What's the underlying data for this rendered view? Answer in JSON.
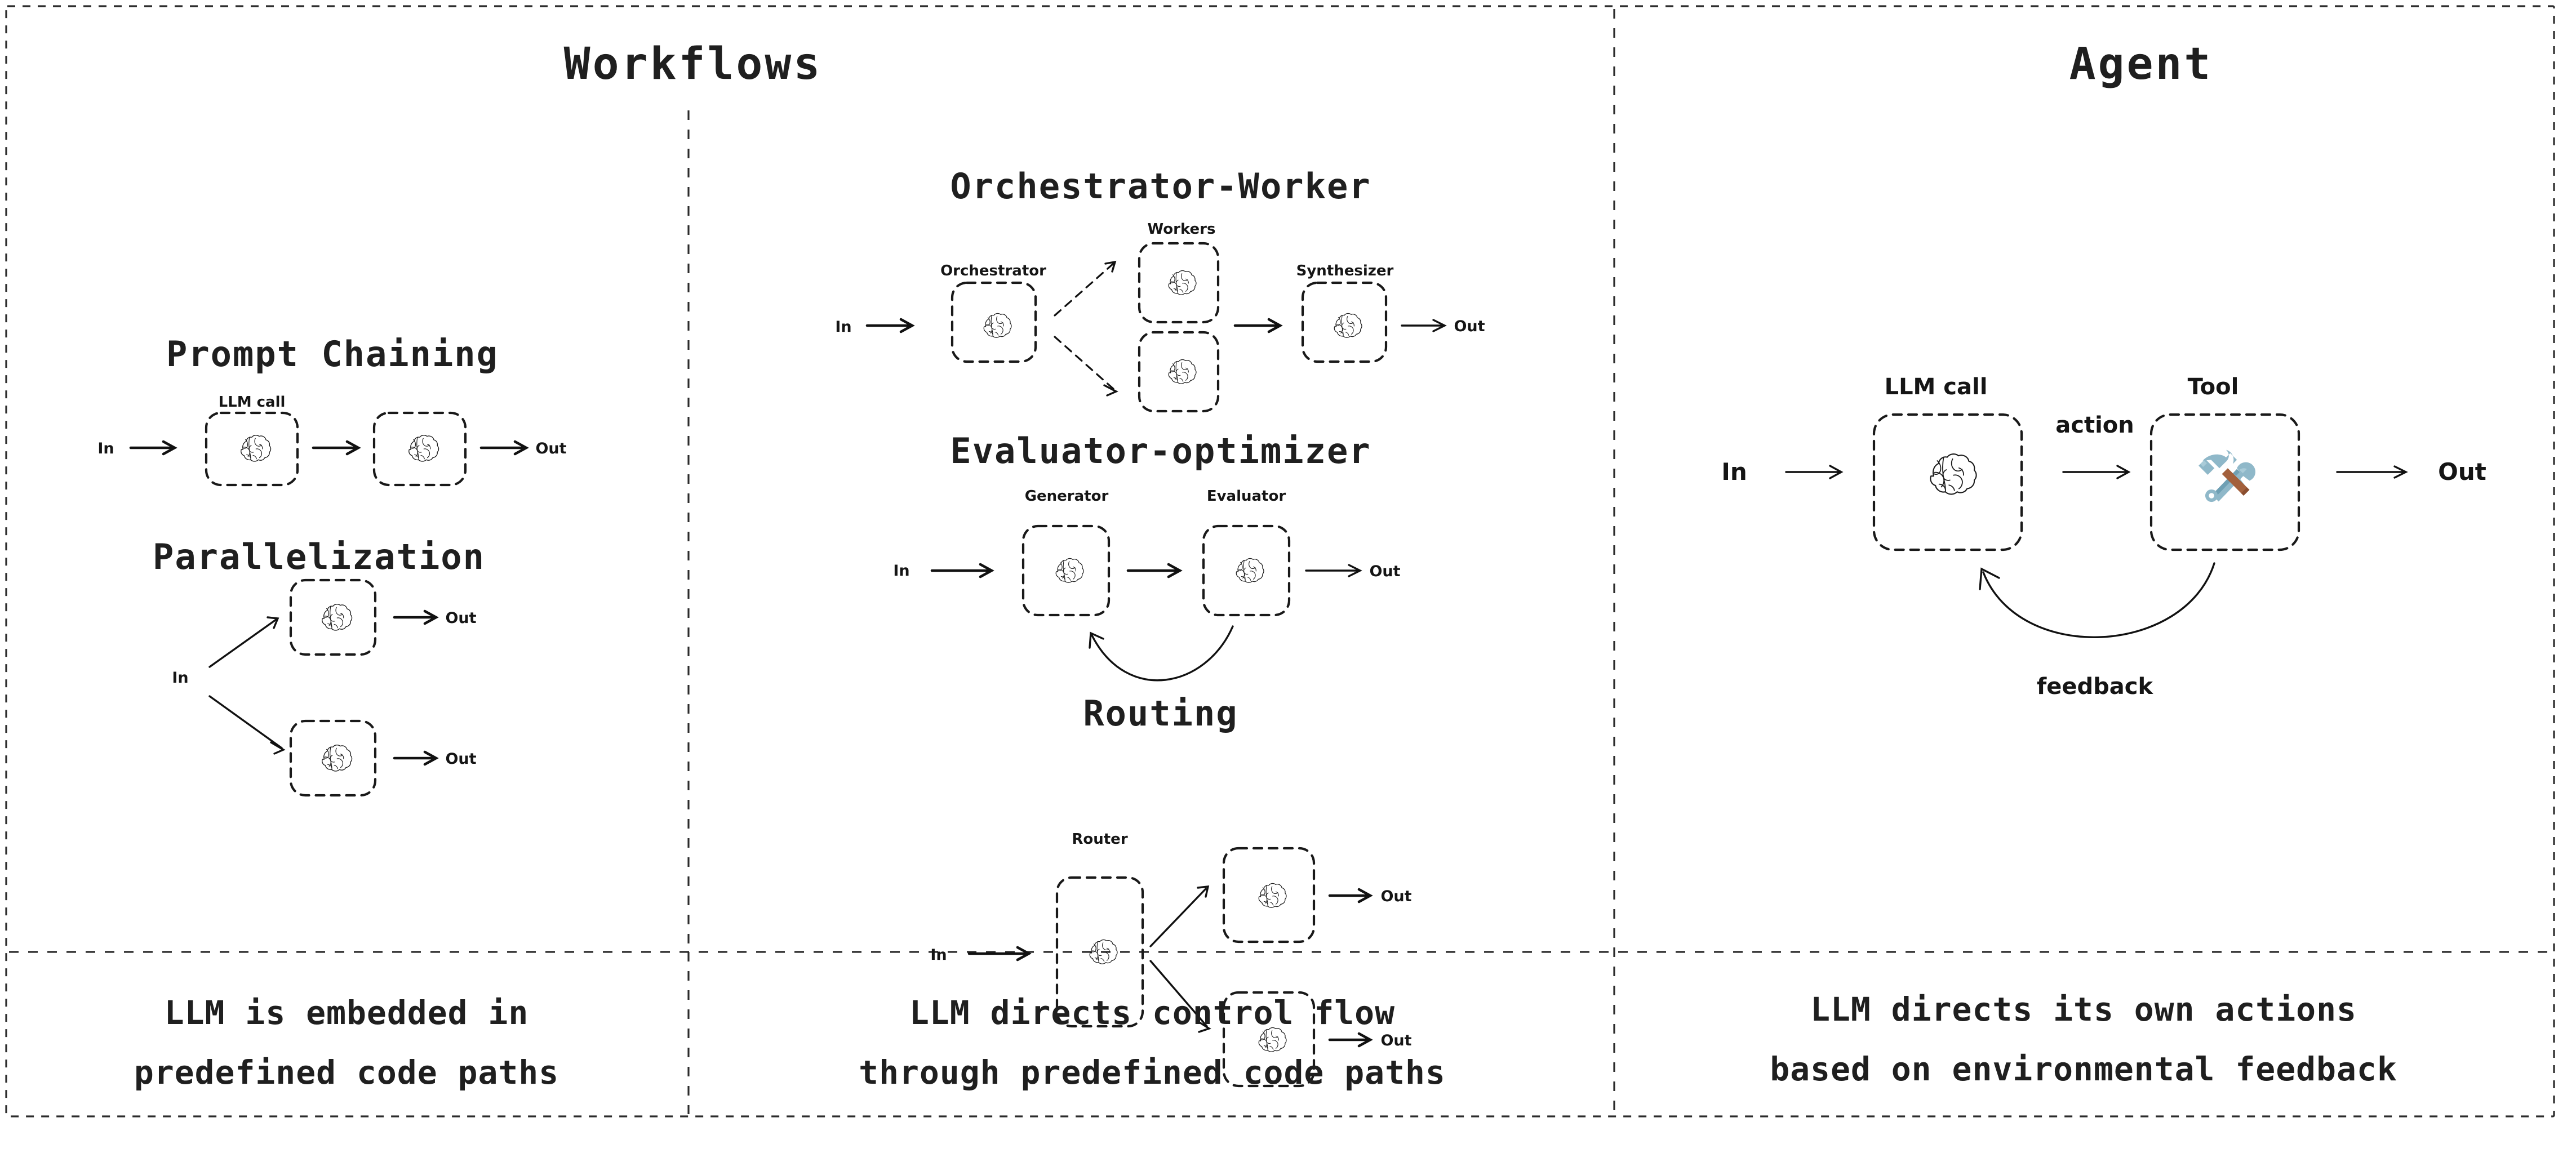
{
  "figure": {
    "columns": [
      {
        "id": "workflows",
        "title": "Workflows",
        "caption_lines": [
          "LLM is embedded in",
          "predefined code paths"
        ]
      },
      {
        "id": "workflows2",
        "title": "",
        "caption_lines": [
          "LLM directs control flow",
          "through predefined code paths"
        ]
      },
      {
        "id": "agent",
        "title": "Agent",
        "caption_lines": [
          "LLM directs its own actions",
          "based on environmental feedback"
        ]
      }
    ],
    "patterns": [
      {
        "id": "prompt-chaining",
        "title": "Prompt Chaining",
        "column": "left",
        "node_labels": [
          "LLM call"
        ],
        "io": {
          "input": "In",
          "outputs": [
            "Out"
          ]
        },
        "nodes": [
          "llm-call-1",
          "llm-call-2"
        ]
      },
      {
        "id": "parallelization",
        "title": "Parallelization",
        "column": "left",
        "node_labels": [],
        "io": {
          "input": "In",
          "outputs": [
            "Out",
            "Out"
          ]
        },
        "nodes": [
          "llm-call-top",
          "llm-call-bottom"
        ]
      },
      {
        "id": "orchestrator-worker",
        "title": "Orchestrator-Worker",
        "column": "middle",
        "node_labels": [
          "Orchestrator",
          "Workers",
          "Synthesizer"
        ],
        "io": {
          "input": "In",
          "outputs": [
            "Out"
          ]
        },
        "nodes": [
          "orchestrator",
          "worker-top",
          "worker-bottom",
          "synthesizer"
        ]
      },
      {
        "id": "evaluator-optimizer",
        "title": "Evaluator-optimizer",
        "column": "middle",
        "node_labels": [
          "Generator",
          "Evaluator"
        ],
        "io": {
          "input": "In",
          "outputs": [
            "Out"
          ]
        },
        "nodes": [
          "generator",
          "evaluator"
        ],
        "loop": true
      },
      {
        "id": "routing",
        "title": "Routing",
        "column": "middle",
        "node_labels": [
          "Router"
        ],
        "io": {
          "input": "In",
          "outputs": [
            "Out",
            "Out"
          ]
        },
        "nodes": [
          "router",
          "route-target-top",
          "route-target-bottom"
        ]
      },
      {
        "id": "agent-loop",
        "title": "",
        "column": "right",
        "node_labels": [
          "LLM call",
          "Tool"
        ],
        "edge_labels": [
          "action",
          "feedback"
        ],
        "io": {
          "input": "In",
          "outputs": [
            "Out"
          ]
        },
        "nodes": [
          "llm-call",
          "tool"
        ]
      }
    ],
    "icons": {
      "brain": "brain-icon",
      "tool": "hammer-and-wrench-icon"
    },
    "colors": {
      "ink": "#1f1f1f",
      "frame": "#2b2b2b",
      "tool_metal": "#8fb8c9",
      "tool_metal_dark": "#6fa0b4",
      "tool_handle": "#a3603c",
      "background": "#ffffff"
    }
  }
}
